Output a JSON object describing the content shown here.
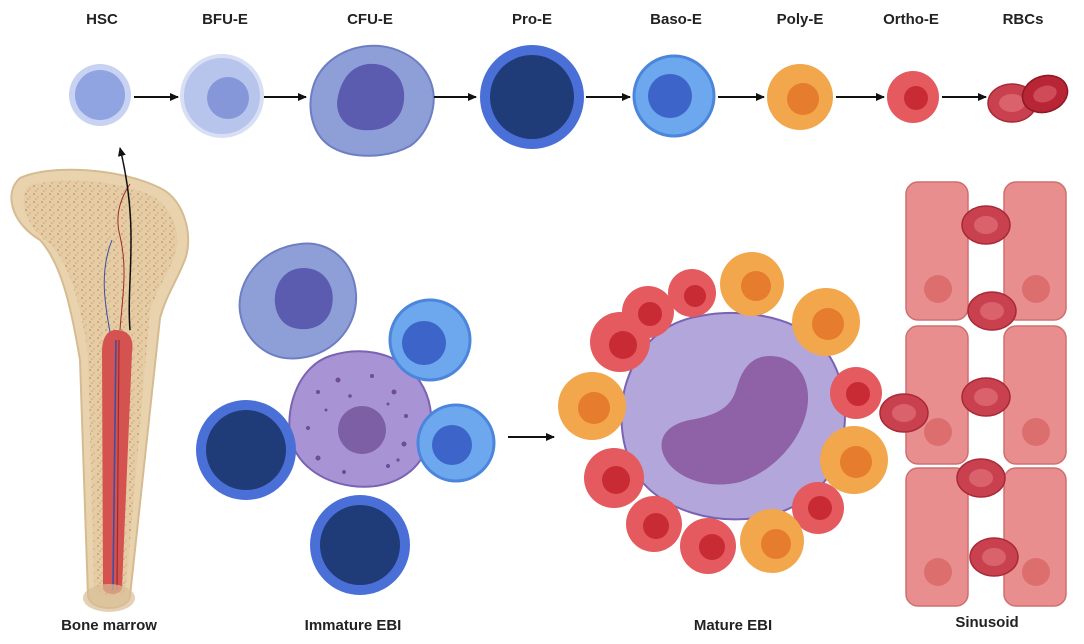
{
  "stages": [
    {
      "label": "HSC"
    },
    {
      "label": "BFU-E"
    },
    {
      "label": "CFU-E"
    },
    {
      "label": "Pro-E"
    },
    {
      "label": "Baso-E"
    },
    {
      "label": "Poly-E"
    },
    {
      "label": "Ortho-E"
    },
    {
      "label": "RBCs"
    }
  ],
  "panels": {
    "bone_marrow": "Bone marrow",
    "immature_ebi": "Immature EBI",
    "mature_ebi": "Mature EBI",
    "sinusoid": "Sinusoid"
  },
  "colors": {
    "hsc": "#8FA4E0",
    "bfu": "#B7C4EC",
    "cfu_cell": "#8E9FD8",
    "cfu_nucleus": "#5B5BAF",
    "pro_cell": "#4A6FD6",
    "pro_nucleus": "#1F3B78",
    "baso_cell": "#6DA8EE",
    "baso_nucleus": "#3D64C8",
    "poly_cell": "#F3A74C",
    "poly_nucleus": "#E67C2E",
    "ortho_cell": "#E45A5E",
    "ortho_nucleus": "#C92B34",
    "rbc": "#D03A48",
    "macrophage": "#B9A7DB",
    "macrophage_nucleus": "#8F62A8",
    "sinusoid_cell": "#E98E8E",
    "bone": "#E9D3AF"
  }
}
